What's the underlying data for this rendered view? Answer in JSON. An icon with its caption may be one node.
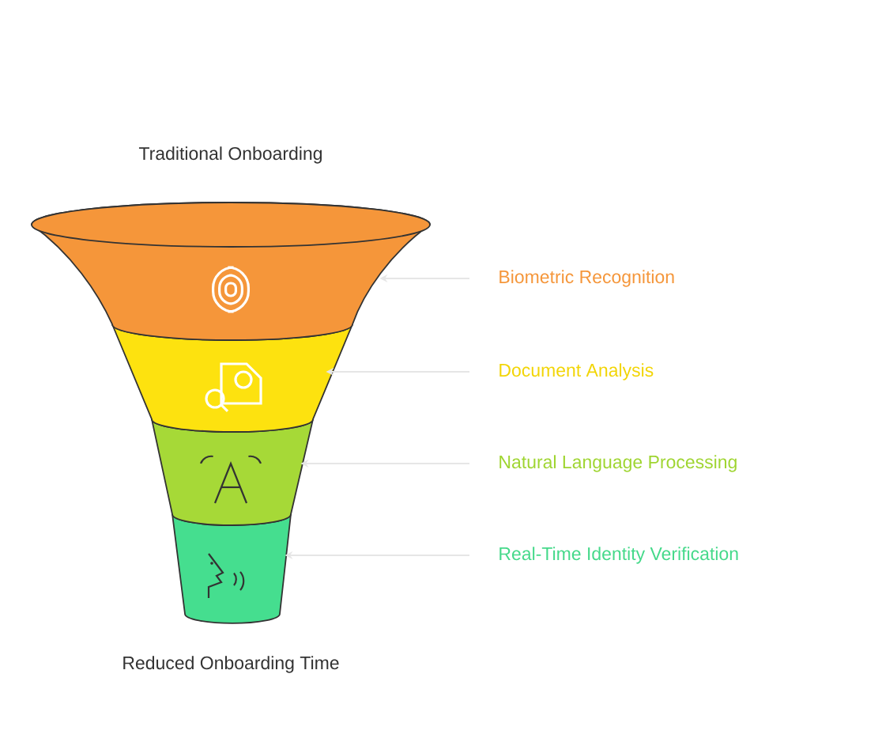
{
  "diagram": {
    "nodes": [
      {
        "text": [],
        "shape": "band"
      },
      {
        "text": [],
        "shape": "band"
      },
      {
        "text": [],
        "shape": "band"
      },
      {
        "text": [],
        "shape": "band"
      },
      {
        "text": [
          "Biometric Recognition"
        ]
      },
      {
        "text": [
          "Document Analysis"
        ]
      },
      {
        "text": [
          "Natural Language Processing"
        ]
      },
      {
        "text": [
          "Real-Time Identity Verification"
        ]
      }
    ],
    "edges": [
      {
        "from": 4,
        "to": 0,
        "arrow": "to"
      },
      {
        "from": 5,
        "to": 1,
        "arrow": "to"
      },
      {
        "from": 6,
        "to": 2,
        "arrow": "to"
      },
      {
        "from": 7,
        "to": 3,
        "arrow": "to"
      }
    ],
    "labels": [
      "Traditional Onboarding",
      "Reduced Onboarding Time"
    ]
  }
}
